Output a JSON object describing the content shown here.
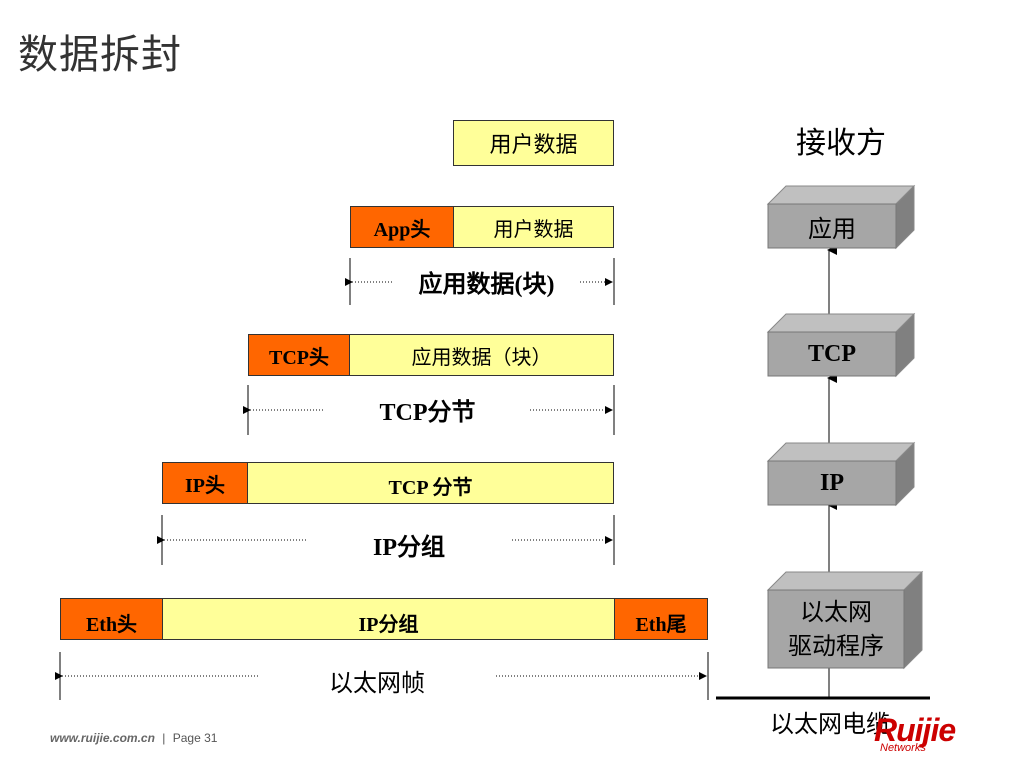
{
  "slide": {
    "title": "数据拆封",
    "receiver_label": "接收方"
  },
  "encapsulation": {
    "user_data": "用户数据",
    "app_header": "App头",
    "app_user_data": "用户数据",
    "app_data_span": "应用数据(块)",
    "tcp_header": "TCP头",
    "tcp_payload": "应用数据（块）",
    "tcp_segment_span": "TCP分节",
    "ip_header": "IP头",
    "ip_payload": "TCP 分节",
    "ip_packet_span": "IP分组",
    "eth_header": "Eth头",
    "eth_payload": "IP分组",
    "eth_trailer": "Eth尾",
    "eth_frame_span": "以太网帧"
  },
  "stack": {
    "layers": [
      "应用",
      "TCP",
      "IP",
      "以太网\n驱动程序"
    ],
    "cable_label": "以太网电缆"
  },
  "footer": {
    "url": "www.ruijie.com.cn",
    "separator": "|",
    "page": "Page 31"
  },
  "logo": {
    "brand": "Ruijie",
    "sub": "Networks"
  },
  "colors": {
    "header_fill": "#ff6600",
    "payload_fill": "#ffff99",
    "layer_fill": "#a6a6a6"
  }
}
